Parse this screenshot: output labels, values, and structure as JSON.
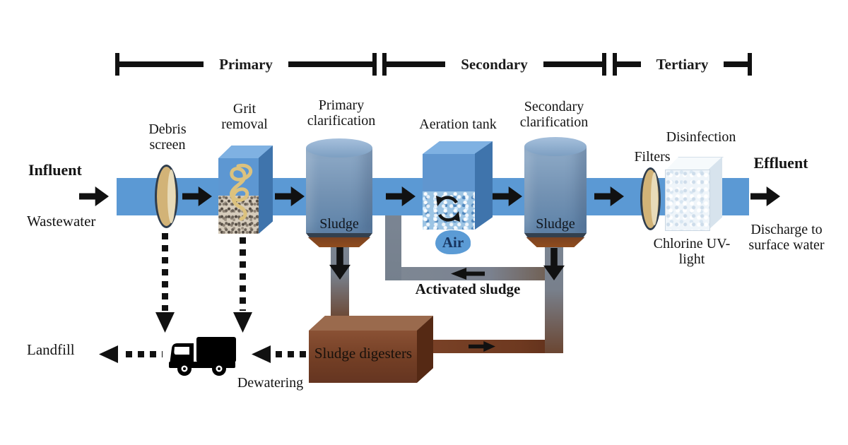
{
  "stages": {
    "primary": "Primary",
    "secondary": "Secondary",
    "tertiary": "Tertiary"
  },
  "labels": {
    "influent": "Influent",
    "wastewater": "Wastewater",
    "debris_screen": "Debris screen",
    "grit_removal": "Grit removal",
    "primary_clarification": "Primary clarification",
    "sludge_primary": "Sludge",
    "aeration_tank": "Aeration tank",
    "air": "Air",
    "secondary_clarification": "Secondary clarification",
    "sludge_secondary": "Sludge",
    "activated_sludge": "Activated sludge",
    "sludge_digesters": "Sludge digesters",
    "dewatering": "Dewatering",
    "landfill": "Landfill",
    "filters": "Filters",
    "disinfection": "Disinfection",
    "chlorine_uv": "Chlorine UV-light",
    "effluent": "Effluent",
    "discharge": "Discharge to surface water"
  },
  "icons": {
    "debris_screen": "filter-disc-icon",
    "grit_removal": "coil-screw-icon",
    "aeration_mixing": "recycle-arrows-icon",
    "hauling": "truck-icon",
    "filters": "filter-disc-icon"
  },
  "colors": {
    "pipe_blue": "#5b99d4",
    "tank_blue": "#5d97d2",
    "clarifier_blue_gray": "#7392b3",
    "funnel_brown": "#8f4c1e",
    "digester_brown": "#7d452b",
    "pipe_gray": "#7b8593",
    "pipe_brown": "#6b4632",
    "filter_tan": "#d2b377",
    "air_blue": "#5b9bd5",
    "arrow_black": "#111111"
  }
}
